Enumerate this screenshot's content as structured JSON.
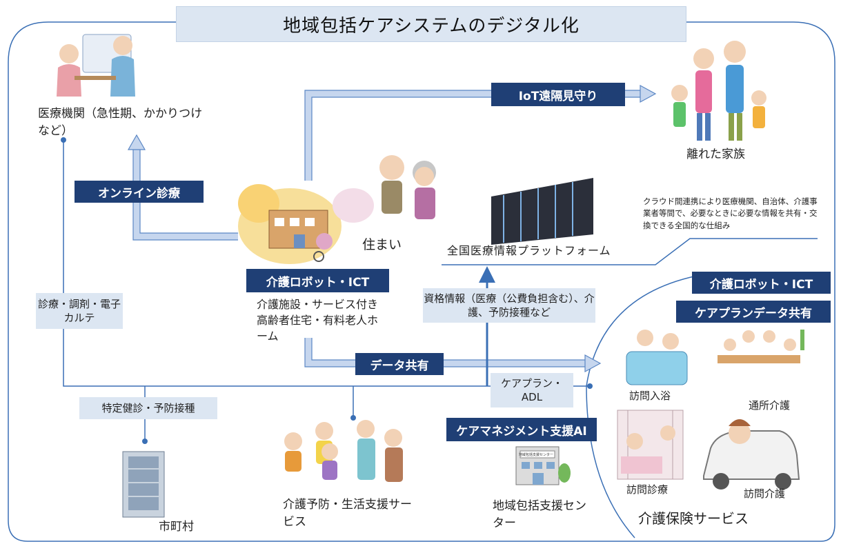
{
  "title": "地域包括ケアシステムのデジタル化",
  "nodes": {
    "medical": "医療機関（急性期、かかりつけなど）",
    "family": "離れた家族",
    "housing": "住まい",
    "platform": "全国医療情報プラットフォーム",
    "facilities": "介護施設・サービス付き高齢者住宅・有料老人ホーム",
    "municipality": "市町村",
    "prevention": "介護予防・生活支援サービス",
    "center": "地域包括支援センター",
    "insurance": "介護保険サービス",
    "bath": "訪問入浴",
    "daycare": "通所介護",
    "visit_medical": "訪問診療",
    "visit_care": "訪問介護",
    "building_sign": "地域包括支援センター"
  },
  "labels": {
    "iot": "IoT遠隔見守り",
    "online": "オンライン診療",
    "robot_left": "介護ロボット・ICT",
    "robot_right": "介護ロボット・ICT",
    "careplan_share": "ケアプランデータ共有",
    "data_share": "データ共有",
    "care_ai": "ケアマネジメント支援AI",
    "diagnosis": "診療・調剤・電子カルテ",
    "checkup": "特定健診・予防接種",
    "qualification": "資格情報（医療（公費負担含む）、介護、予防接種など",
    "careplan_adl": "ケアプラン・ADL",
    "cloud_note": "クラウド間連携により医療機関、自治体、介護事業者等間で、必要なときに必要な情報を共有・交換できる全国的な仕組み"
  },
  "colors": {
    "navy": "#1f3f75",
    "light_blue": "#dce6f2",
    "arrow": "#c6d6ee",
    "line": "#3a6fb5"
  }
}
